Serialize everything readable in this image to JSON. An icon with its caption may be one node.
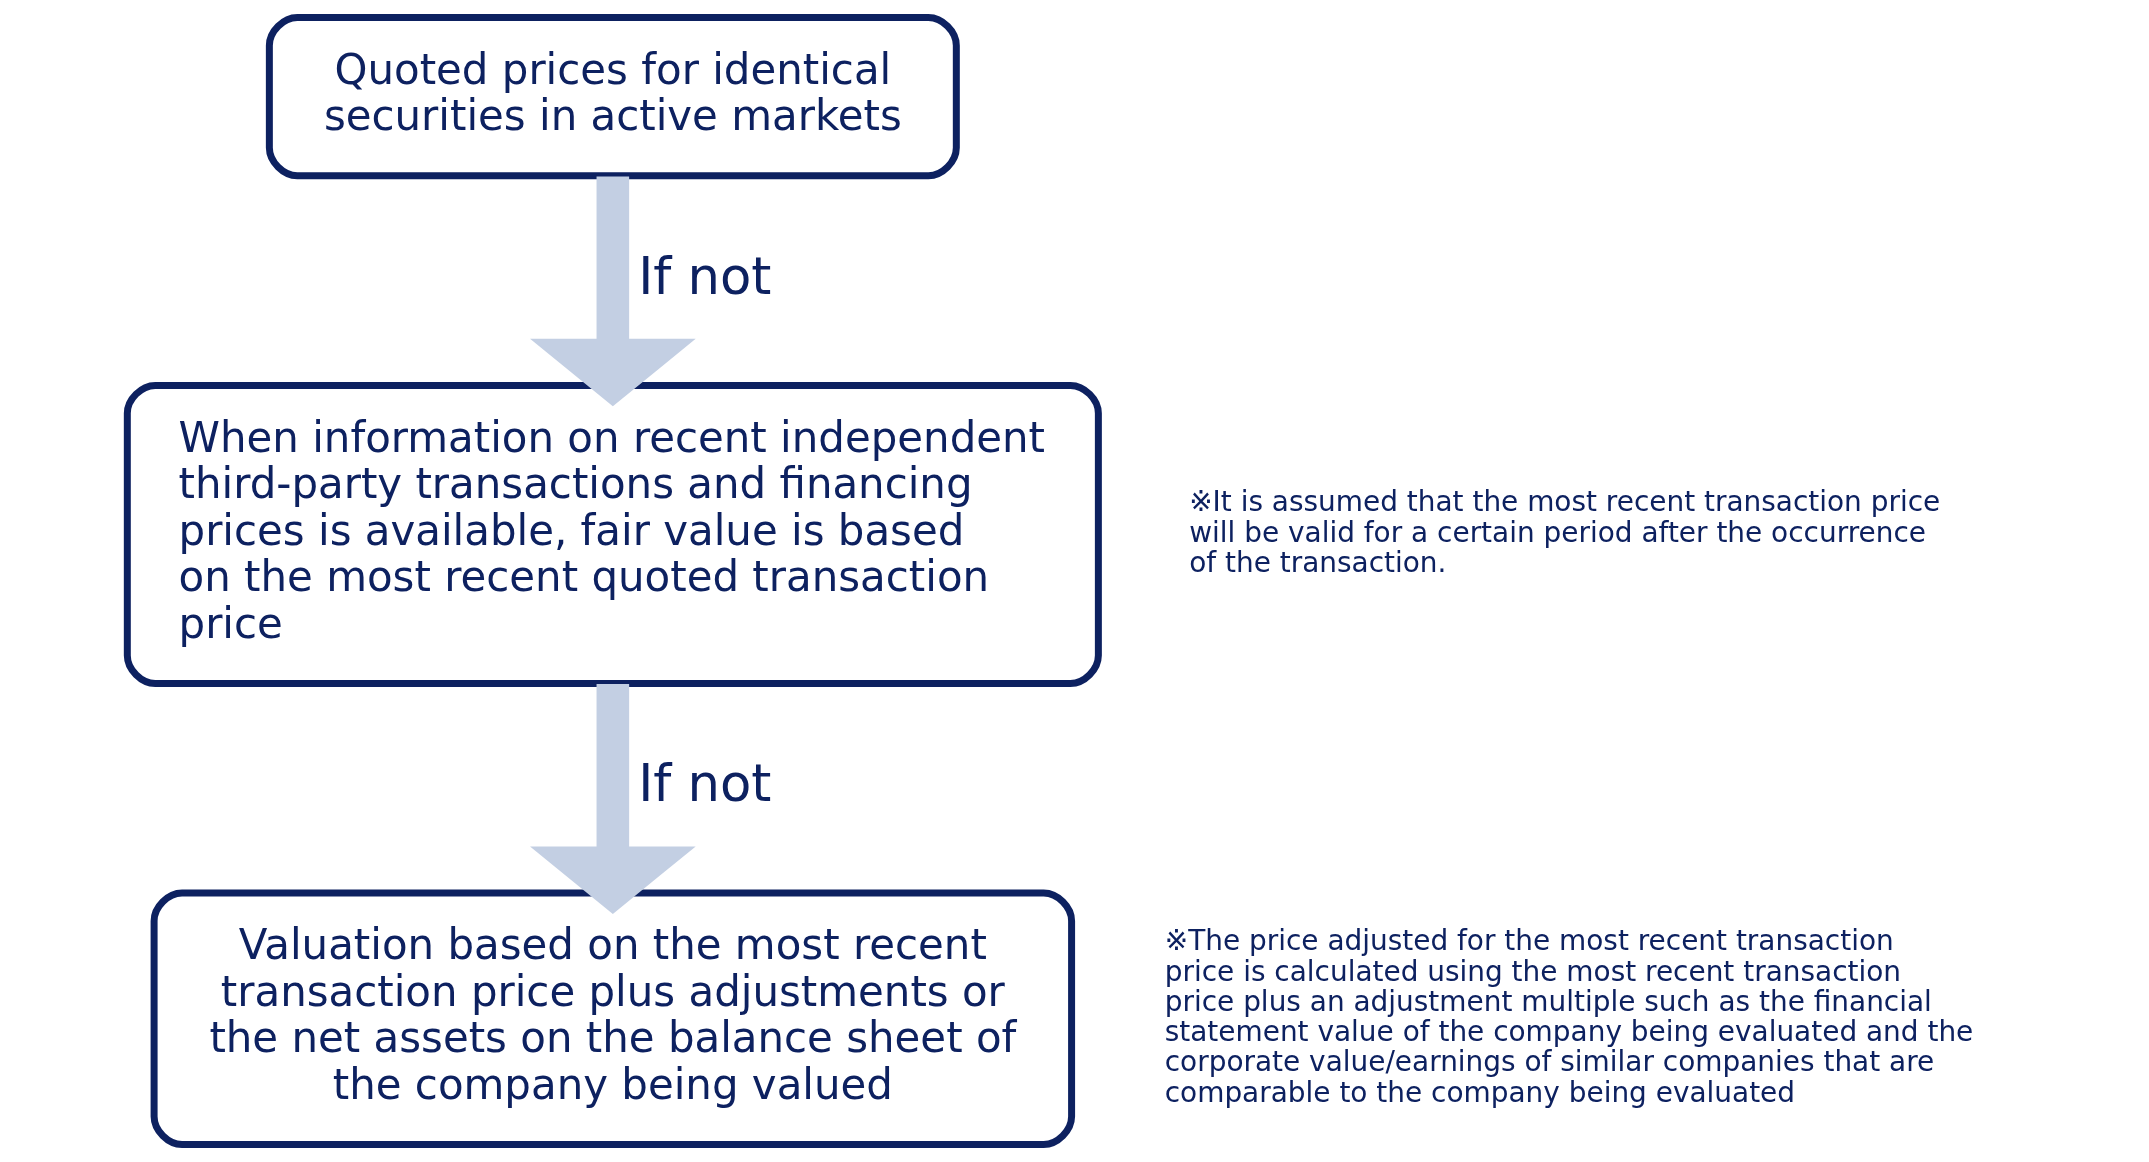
{
  "diagram": {
    "nodes": [
      {
        "text": [
          "Quoted prices for identical securities in active markets"
        ]
      },
      {
        "text": [
          "When information on recent independent third-party transactions and financing prices is available, fair value is based on the most recent quoted transaction price"
        ],
        "beside": [
          "※It is assumed that the most recent transaction price will be valid for a certain period after the occurrence of the transaction."
        ]
      },
      {
        "text": [
          "Valuation based on the most recent transaction price plus adjustments or the net assets on the balance sheet of the company being valued"
        ],
        "beside": [
          "※The price adjusted for the most recent transaction price is calculated using the most recent transaction price plus an adjustment multiple such as the financial statement value of the company being evaluated and the corporate value/earnings of similar companies that are comparable to the company being evaluated"
        ]
      }
    ],
    "edges": [
      {
        "from": 0,
        "to": 1,
        "arrow": "to",
        "label": "If not"
      },
      {
        "from": 1,
        "to": 2,
        "arrow": "to",
        "label": "If not"
      }
    ]
  }
}
